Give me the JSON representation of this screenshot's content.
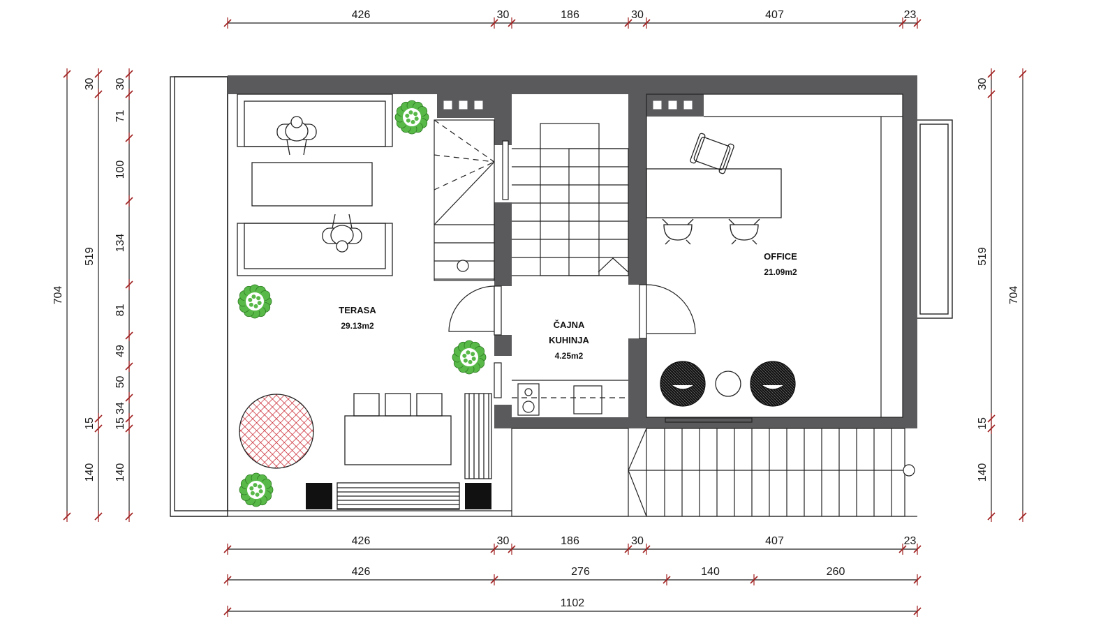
{
  "colors": {
    "wall": "#5a5a5c",
    "dim_tick": "#a01e1e",
    "plant": "#58b848",
    "rug": "#c8202a",
    "furniture_dark": "#111111"
  },
  "rooms": [
    {
      "name": "TERASA",
      "area": "29.13m2"
    },
    {
      "name": "ČAJNA\nKUHINJA",
      "line1": "ČAJNA",
      "line2": "KUHINJA",
      "area": "4.25m2"
    },
    {
      "name": "OFFICE",
      "area": "21.09m2"
    }
  ],
  "dims_top": [
    "426",
    "30",
    "186",
    "30",
    "407",
    "23"
  ],
  "dims_bottom_1": [
    "426",
    "30",
    "186",
    "30",
    "407",
    "23"
  ],
  "dims_bottom_2": [
    "426",
    "276",
    "140",
    "260"
  ],
  "dims_bottom_3": [
    "1102"
  ],
  "dims_left_outer": [
    "704"
  ],
  "dims_left_mid": [
    "30",
    "519",
    "15",
    "140"
  ],
  "dims_left_inner": [
    "30",
    "71",
    "100",
    "134",
    "81",
    "49",
    "50",
    "34",
    "15",
    "140"
  ],
  "dims_right_inner": [
    "30",
    "519",
    "15",
    "140"
  ],
  "dims_right_outer": [
    "704"
  ]
}
